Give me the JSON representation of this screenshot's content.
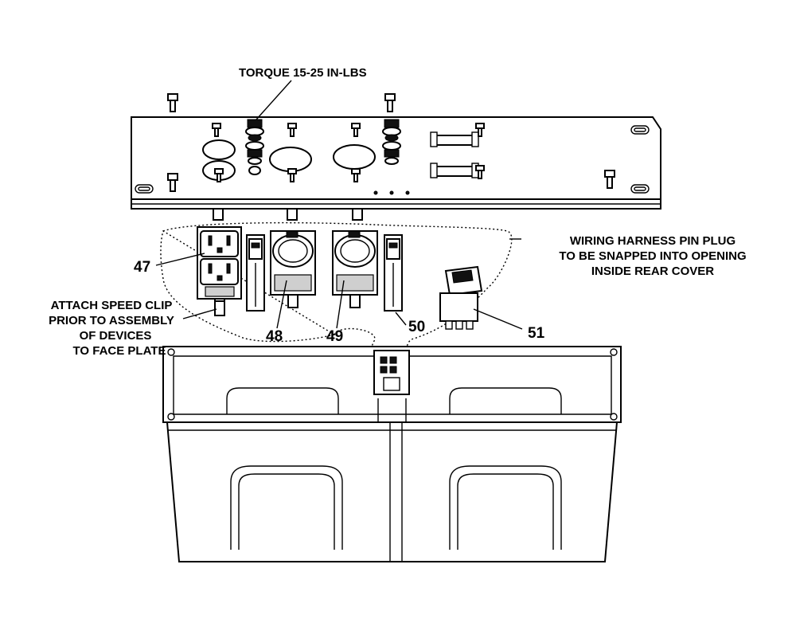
{
  "labels": {
    "torque": "TORQUE 15-25 IN-LBS",
    "harness": [
      "WIRING HARNESS PIN PLUG",
      "TO BE SNAPPED INTO OPENING",
      "INSIDE REAR COVER"
    ],
    "speed_clip": [
      "ATTACH SPEED CLIP",
      "PRIOR TO ASSEMBLY",
      "OF DEVICES",
      "TO FACE PLATE"
    ]
  },
  "parts": {
    "p47": "47",
    "p48": "48",
    "p49": "49",
    "p50": "50",
    "p51": "51"
  }
}
